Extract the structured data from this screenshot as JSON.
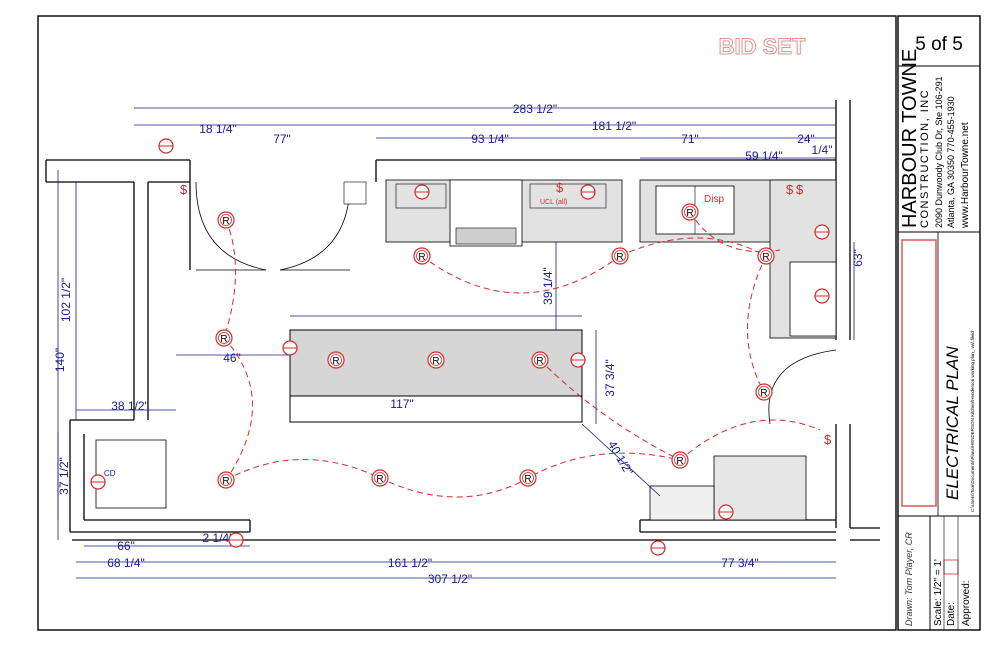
{
  "sheet": {
    "bid_stamp": "BID SET",
    "page_number": "5 of 5",
    "title": "ELECTRICAL PLAN",
    "file_path": "C:\\Users\\Tom\\Documents\\Plans\\HENDERSON Kitchen\\Henderson working plan_.vw\\.fileid",
    "drawn_by": "Drawn: Tom Player, CR",
    "scale": "Scale: 1/2\" = 1'",
    "date": "Date:",
    "approved": "Approved:"
  },
  "company": {
    "name_line1": "HARBOUR TOWNE",
    "name_line2": "CONSTRUCTION, INC",
    "address": "2090 Dunwoody Club Dr, Ste 106-291",
    "city": "Atlanta, GA 30350  770-455-1930",
    "web": "www.HarbourTowne.net"
  },
  "dimensions": {
    "top_overall": "283 1/2\"",
    "top_left": "18 1/4\"",
    "top_77": "77\"",
    "top_93": "93 1/4\"",
    "top_181": "181 1/2\"",
    "top_71": "71\"",
    "top_24": "24\"",
    "top_59": "59 1/4\"",
    "top_quarter": "1/4\"",
    "right_63": "63\"",
    "left_140": "140\"",
    "left_102": "102 1/2\"",
    "left_37": "37 1/2\"",
    "left_38": "38 1/2\"",
    "island_117": "117\"",
    "island_39": "39 1/4\"",
    "island_37": "37 3/4\"",
    "island_40": "40 1/2\"",
    "mid_46": "46\"",
    "bottom_66": "66\"",
    "bottom_2": "2 1/4\"",
    "bottom_68": "68 1/4\"",
    "bottom_161": "161 1/2\"",
    "bottom_77": "77 3/4\"",
    "bottom_overall": "307 1/2\""
  },
  "labels": {
    "recessed": "R",
    "disposal": "Disp",
    "under_cabinet": "UCL (all)",
    "dryer": "CD",
    "switch": "$"
  },
  "colors": {
    "wall": "#000000",
    "dimension": "#1a1a8c",
    "electrical": "#d42a2a",
    "counter": "#d6d6d6",
    "stamp": "#e89090"
  }
}
